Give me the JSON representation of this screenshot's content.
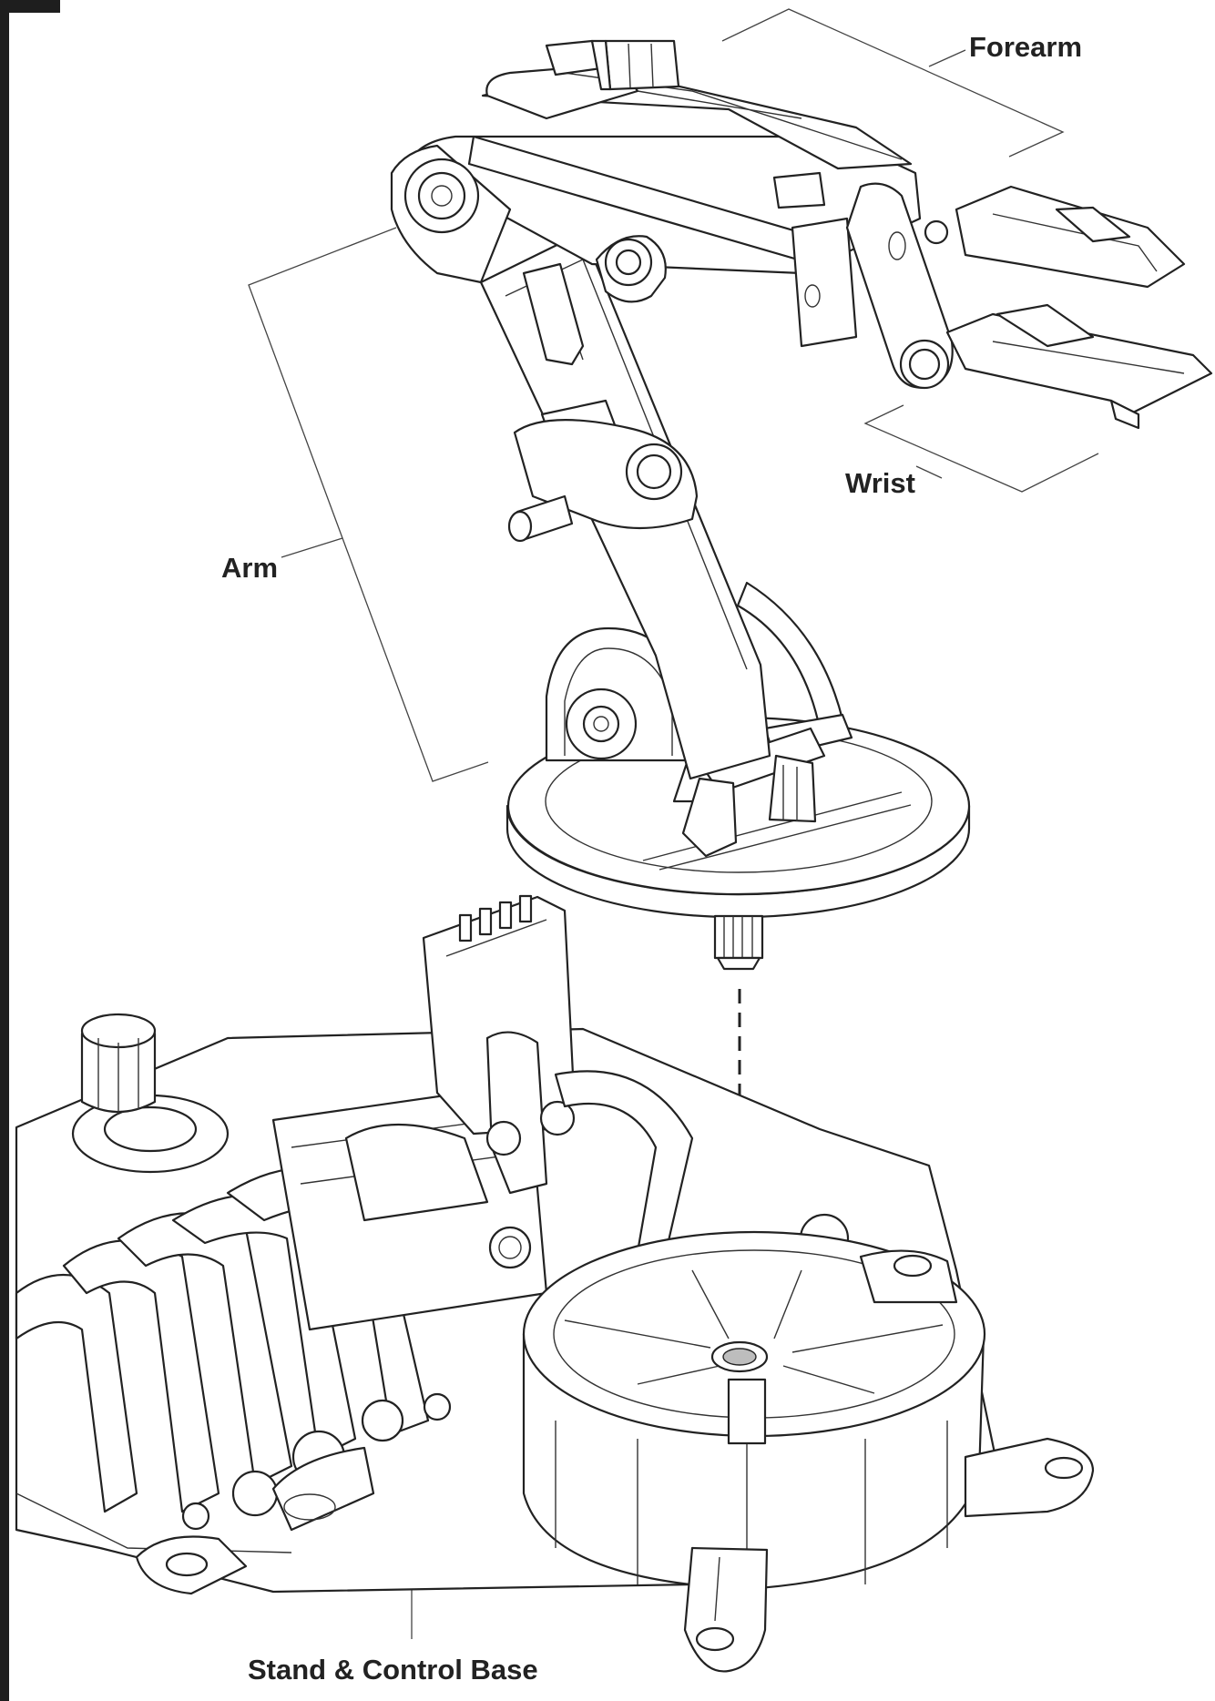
{
  "labels": {
    "forearm": "Forearm",
    "wrist": "Wrist",
    "arm": "Arm",
    "base": "Stand & Control Base"
  },
  "colors": {
    "ink": "#222222",
    "background": "#ffffff",
    "socket_fill": "#bdbdbd",
    "corner_tab": "#1e1e1e"
  }
}
